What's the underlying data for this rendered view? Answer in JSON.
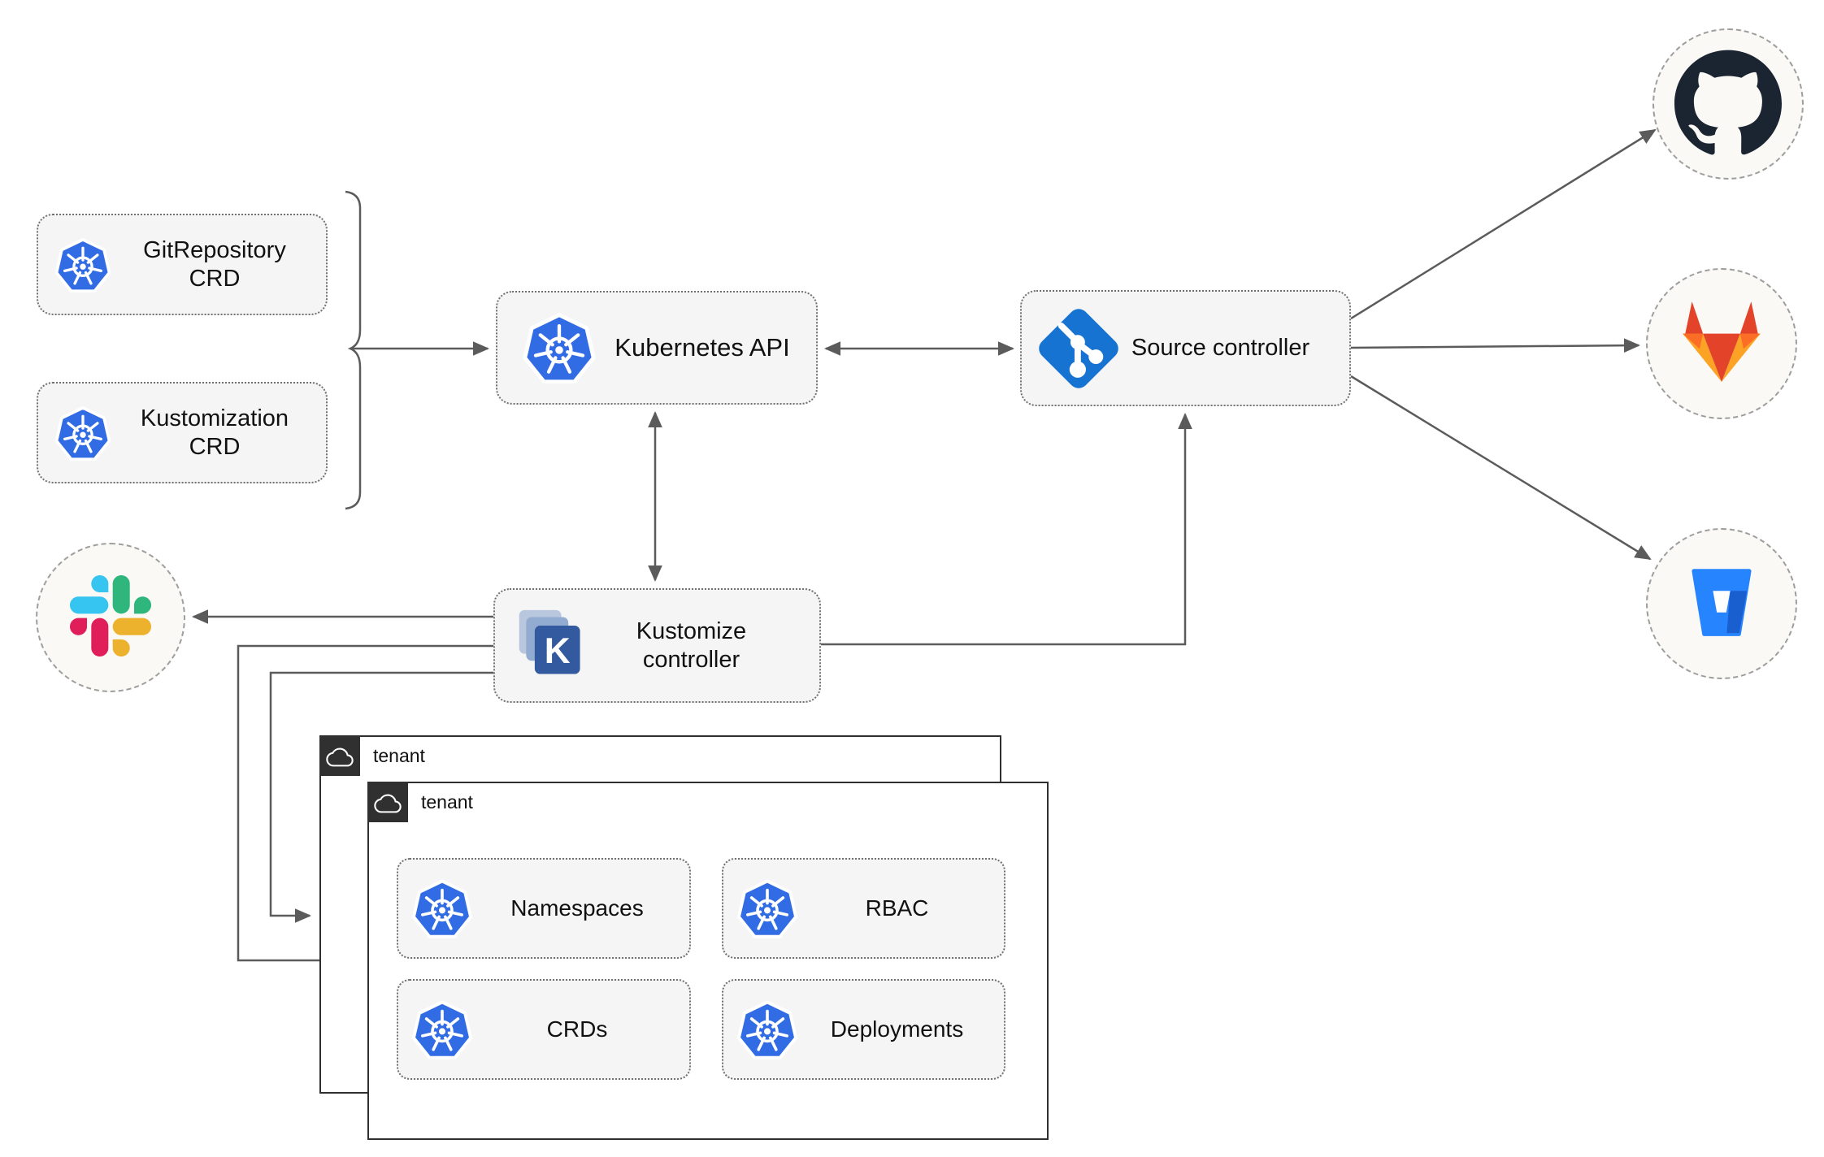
{
  "nodes": {
    "gitrepo_crd": {
      "label": "GitRepository CRD"
    },
    "kustomization_crd": {
      "label": "Kustomization CRD"
    },
    "kubernetes_api": {
      "label": "Kubernetes API"
    },
    "source_controller": {
      "label": "Source controller"
    },
    "kustomize_controller": {
      "label": "Kustomize controller"
    },
    "namespaces": {
      "label": "Namespaces"
    },
    "rbac": {
      "label": "RBAC"
    },
    "crds": {
      "label": "CRDs"
    },
    "deployments": {
      "label": "Deployments"
    }
  },
  "tenants": {
    "back": {
      "label": "tenant"
    },
    "front": {
      "label": "tenant"
    }
  },
  "externals": {
    "github": {
      "icon": "github-icon"
    },
    "gitlab": {
      "icon": "gitlab-icon"
    },
    "bitbucket": {
      "icon": "bitbucket-icon"
    },
    "slack": {
      "icon": "slack-icon"
    }
  },
  "edges": [
    {
      "from": "crd-group",
      "to": "kubernetes-api",
      "arrow": "end"
    },
    {
      "from": "kubernetes-api",
      "to": "source-controller",
      "arrow": "both"
    },
    {
      "from": "kubernetes-api",
      "to": "kustomize-controller",
      "arrow": "both"
    },
    {
      "from": "kustomize-controller",
      "to": "source-controller",
      "arrow": "end"
    },
    {
      "from": "kustomize-controller",
      "to": "slack",
      "arrow": "end"
    },
    {
      "from": "kustomize-controller",
      "to": "tenant-front",
      "arrow": "end"
    },
    {
      "from": "kustomize-controller",
      "to": "tenant-back",
      "arrow": "end"
    },
    {
      "from": "source-controller",
      "to": "github",
      "arrow": "end"
    },
    {
      "from": "source-controller",
      "to": "gitlab",
      "arrow": "end"
    },
    {
      "from": "source-controller",
      "to": "bitbucket",
      "arrow": "end"
    }
  ],
  "colors": {
    "kubernetes_blue": "#326ce5",
    "git_blue": "#1673d2",
    "kustomize_navy": "#33599e",
    "github_dark": "#1b2532",
    "gitlab_red": "#e24329",
    "gitlab_orange": "#fc6d26",
    "gitlab_amber": "#fca326",
    "bitbucket_blue": "#2684ff",
    "bitbucket_shade": "#1a5fd0",
    "slack_cyan": "#36c5f0",
    "slack_green": "#2eb67d",
    "slack_red": "#e01e5a",
    "slack_yellow": "#ecb22e",
    "edge_gray": "#5b5b5b",
    "node_fill": "#f5f5f5",
    "tenant_dark": "#303030"
  }
}
